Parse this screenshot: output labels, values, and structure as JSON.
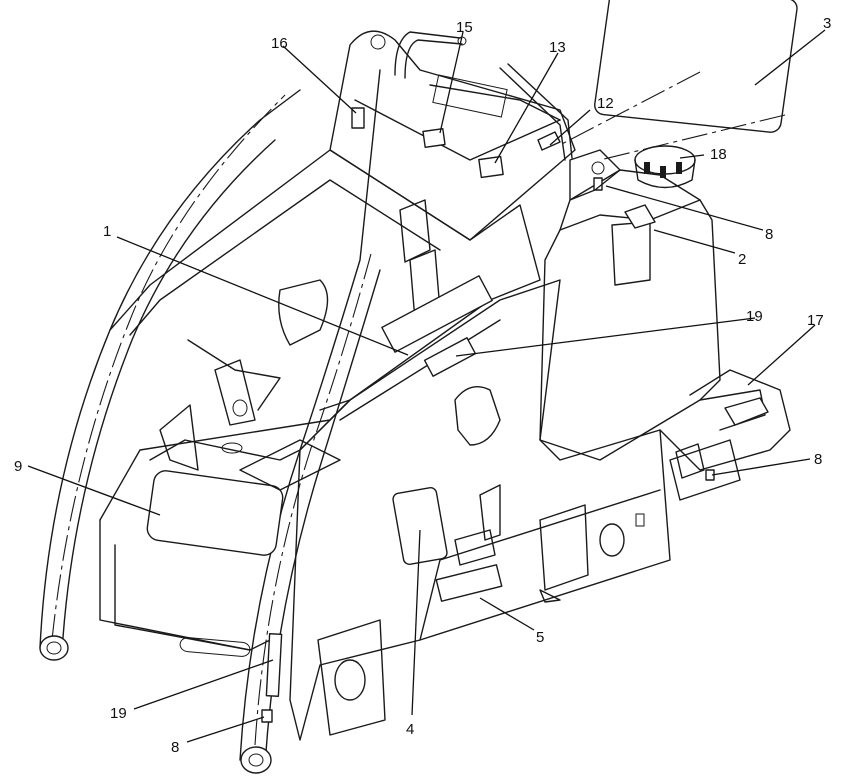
{
  "callouts": [
    {
      "id": "c1",
      "label": "1"
    },
    {
      "id": "c2",
      "label": "2"
    },
    {
      "id": "c3",
      "label": "3"
    },
    {
      "id": "c4",
      "label": "4"
    },
    {
      "id": "c5",
      "label": "5"
    },
    {
      "id": "c8a",
      "label": "8"
    },
    {
      "id": "c8b",
      "label": "8"
    },
    {
      "id": "c8c",
      "label": "8"
    },
    {
      "id": "c9",
      "label": "9"
    },
    {
      "id": "c12",
      "label": "12"
    },
    {
      "id": "c13",
      "label": "13"
    },
    {
      "id": "c15",
      "label": "15"
    },
    {
      "id": "c16",
      "label": "16"
    },
    {
      "id": "c17",
      "label": "17"
    },
    {
      "id": "c18",
      "label": "18"
    },
    {
      "id": "c19a",
      "label": "19"
    },
    {
      "id": "c19b",
      "label": "19"
    }
  ]
}
